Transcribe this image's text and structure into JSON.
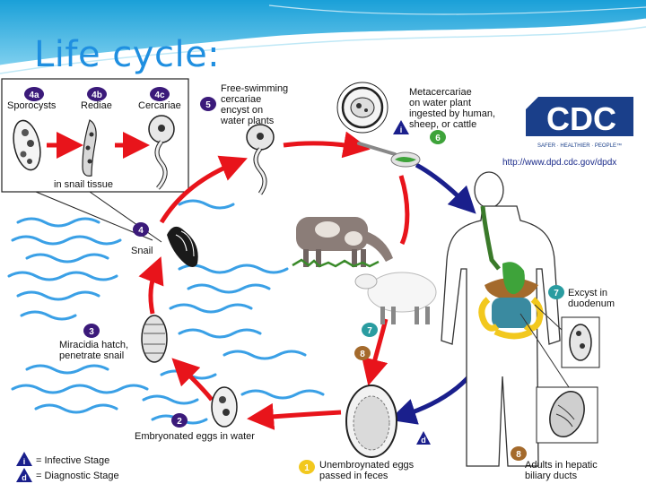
{
  "slide": {
    "title": "Life cycle:"
  },
  "stages": {
    "s4a": {
      "num": "4a",
      "label": "Sporocysts"
    },
    "s4b": {
      "num": "4b",
      "label": "Rediae"
    },
    "s4c": {
      "num": "4c",
      "label": "Cercariae"
    },
    "in_snail": "in snail tissue",
    "s5": {
      "num": "5",
      "lines": [
        "Free-swimming",
        "cercariae",
        "encyst on",
        "water plants"
      ]
    },
    "s6": {
      "num": "6",
      "lines": [
        "Metacercariae",
        "on water plant",
        "ingested by human,",
        "sheep, or cattle"
      ]
    },
    "s4": {
      "num": "4",
      "label": "Snail"
    },
    "s3": {
      "num": "3",
      "lines": [
        "Miracidia hatch,",
        "penetrate snail"
      ]
    },
    "s2": {
      "num": "2",
      "label": "Embryonated eggs in water"
    },
    "s1": {
      "num": "1",
      "lines": [
        "Unembroynated eggs",
        "passed in feces"
      ]
    },
    "s7": {
      "num": "7",
      "lines": [
        "Excyst in",
        "duodenum"
      ]
    },
    "s7b": {
      "num": "7"
    },
    "s8": {
      "num": "8",
      "lines": [
        "Adults in hepatic",
        "biliary ducts"
      ]
    },
    "s8b": {
      "num": "8"
    }
  },
  "markers": {
    "infective": "i",
    "diagnostic": "d"
  },
  "legend": {
    "infective": "= Infective Stage",
    "diagnostic": "= Diagnostic Stage"
  },
  "cdc": {
    "logo": "CDC",
    "tagline": "SAFER · HEALTHIER · PEOPLE™",
    "url": "http://www.dpd.cdc.gov/dpdx"
  },
  "colors": {
    "title": "#1f8fe0",
    "red_arrow": "#e8141b",
    "blue_arrow": "#1a1f8c",
    "water": "#3aa0e6",
    "badge_purple": "#3b1a7a",
    "badge_teal": "#2a9ca0",
    "badge_brown": "#a46a2c",
    "badge_yellow": "#f2c81e",
    "badge_green": "#3ea33a"
  }
}
